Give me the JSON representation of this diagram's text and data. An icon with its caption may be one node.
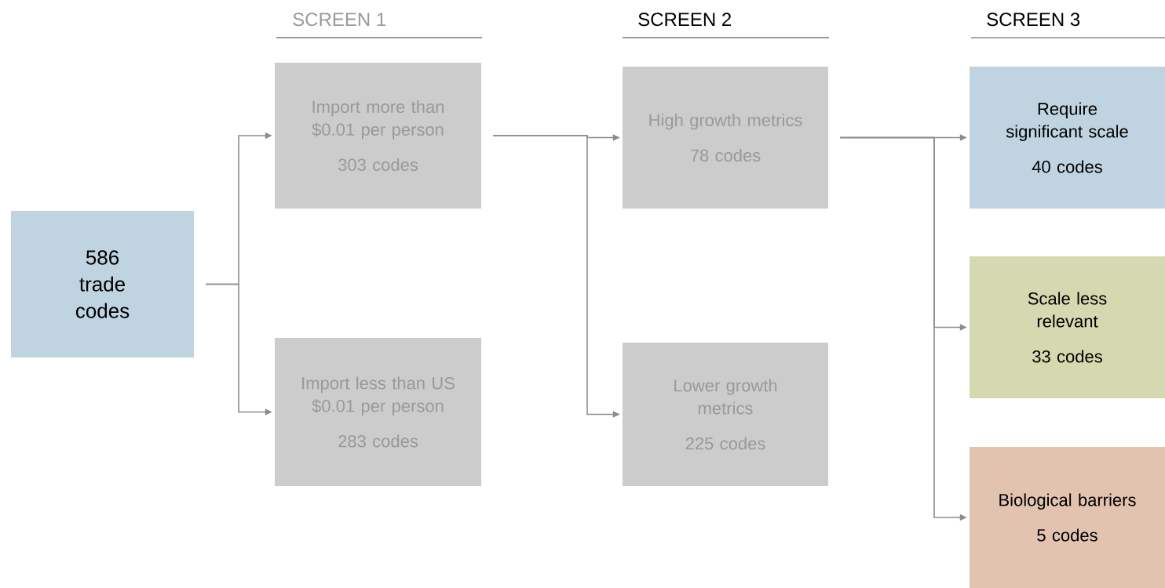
{
  "diagram": {
    "nodes": [
      {
        "text": [
          "586 trade codes"
        ]
      },
      {
        "text": [
          "Import more than $0.01 per person",
          "303 codes"
        ]
      },
      {
        "text": [
          "Import less than US $0.01 per person",
          "283 codes"
        ]
      },
      {
        "text": [
          "High growth metrics",
          "78 codes"
        ]
      },
      {
        "text": [
          "Lower growth metrics",
          "225 codes"
        ]
      },
      {
        "text": [
          "Require significant scale",
          "40 codes"
        ]
      },
      {
        "text": [
          "Scale less relevant",
          "33 codes"
        ]
      },
      {
        "text": [
          "Biological barriers",
          "5 codes"
        ]
      }
    ],
    "edges": [
      {
        "from": 0,
        "to": 1,
        "arrow": "to"
      },
      {
        "from": 0,
        "to": 2,
        "arrow": "to"
      },
      {
        "from": 1,
        "to": 3,
        "arrow": "to"
      },
      {
        "from": 1,
        "to": 4,
        "arrow": "to"
      },
      {
        "from": 3,
        "to": 5,
        "arrow": "to"
      },
      {
        "from": 3,
        "to": 6,
        "arrow": "to"
      },
      {
        "from": 3,
        "to": 7,
        "arrow": "to"
      }
    ],
    "labels": [
      "SCREEN 1",
      "SCREEN 2",
      "SCREEN 3"
    ]
  }
}
